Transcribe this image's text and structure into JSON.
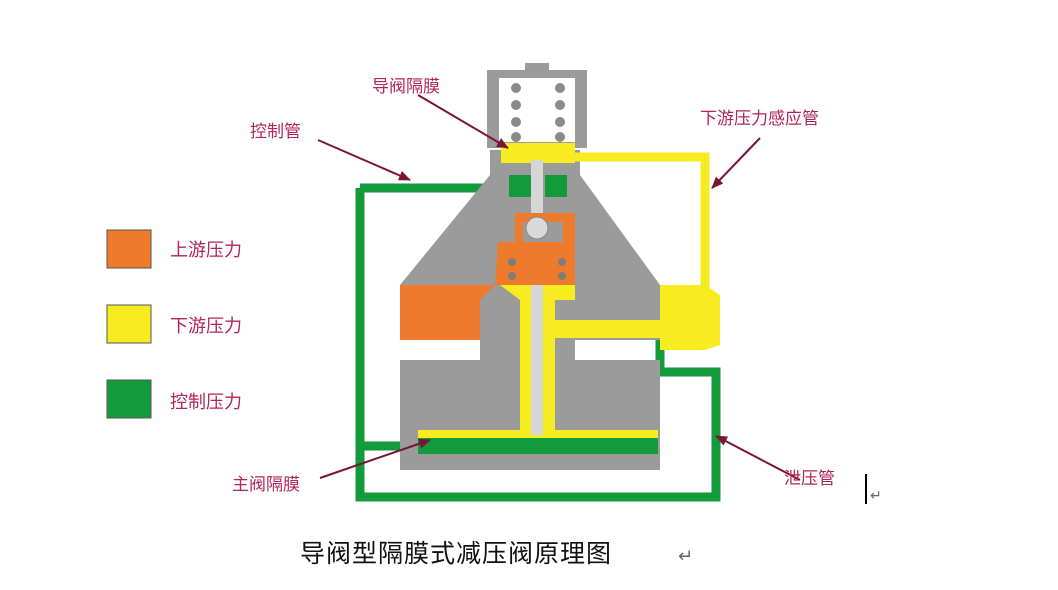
{
  "colors": {
    "body_gray": "#9b9b9b",
    "upstream": "#ee7a2b",
    "downstream": "#f6ec1f",
    "control": "#139a3a",
    "arrow": "#7a1534",
    "label": "#b2245a"
  },
  "labels": {
    "pilot_diaphragm": "导阀隔膜",
    "control_pipe": "控制管",
    "downstream_sensing_pipe": "下游压力感应管",
    "main_diaphragm": "主阀隔膜",
    "relief_pipe": "泄压管"
  },
  "legend": [
    {
      "label": "上游压力",
      "color": "#ee7a2b"
    },
    {
      "label": "下游压力",
      "color": "#f6ec1f"
    },
    {
      "label": "控制压力",
      "color": "#139a3a"
    }
  ],
  "caption": "导阀型隔膜式减压阀原理图",
  "caption_mark": "↵",
  "side_mark": "↵"
}
